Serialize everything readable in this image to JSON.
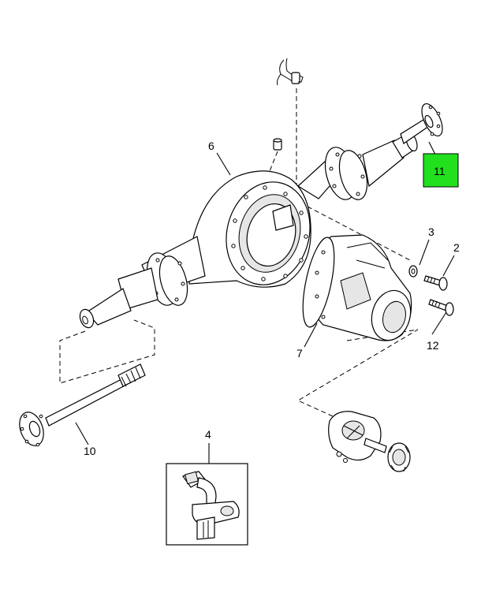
{
  "callouts": {
    "c2": "2",
    "c3": "3",
    "c4": "4",
    "c6": "6",
    "c7": "7",
    "c10": "10",
    "c11": "11",
    "c12": "12"
  },
  "highlight": {
    "label_ref": "11",
    "color": "#22e01e"
  }
}
